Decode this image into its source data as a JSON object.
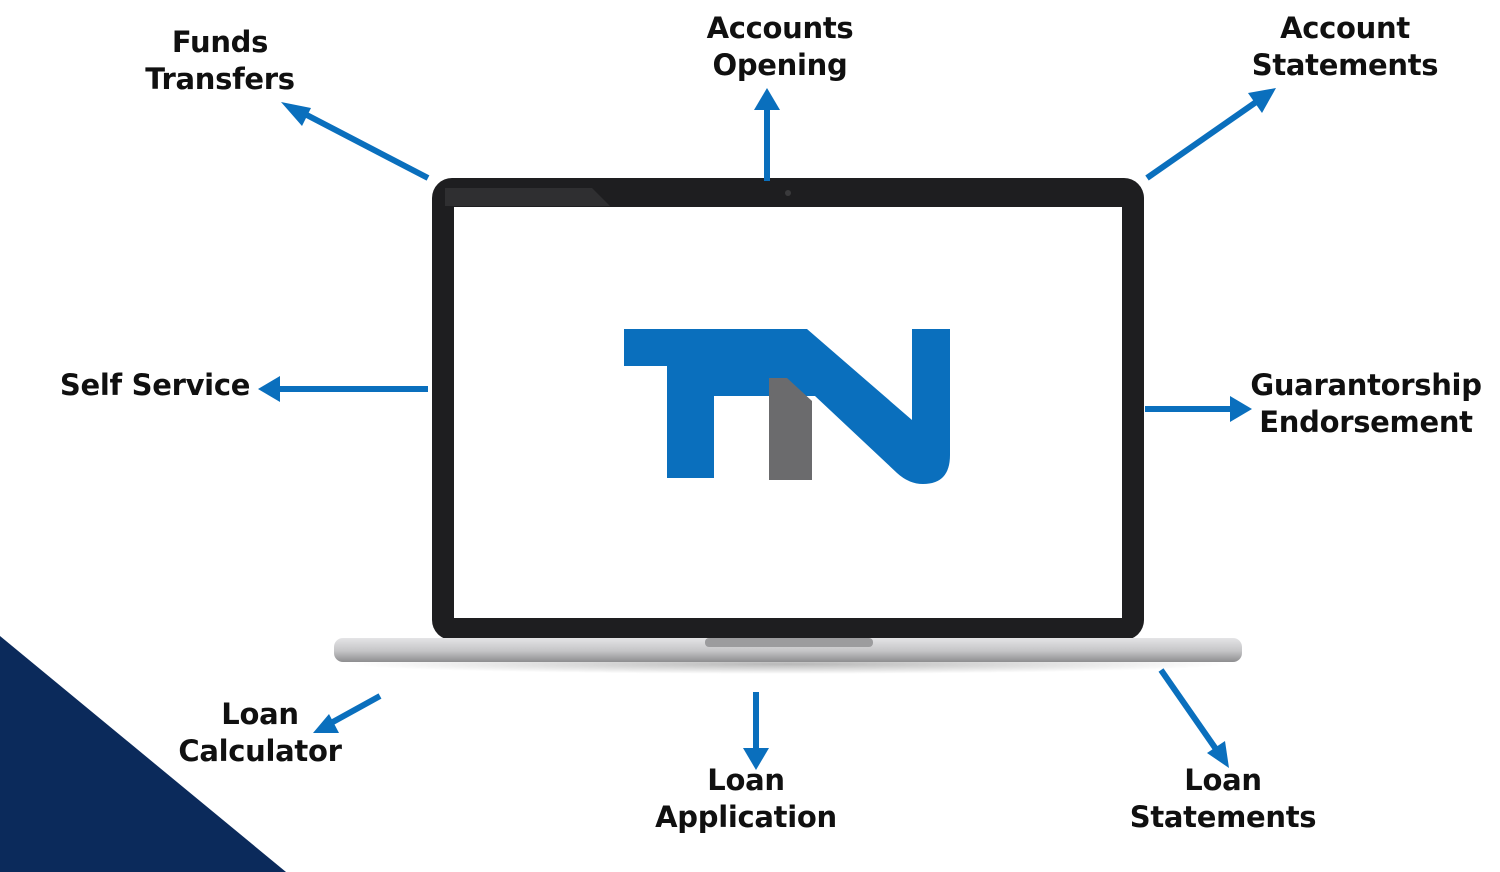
{
  "colors": {
    "arrow": "#0a6fbd",
    "logo_blue": "#0a6fbd",
    "logo_gray": "#6b6b6d",
    "corner_navy": "#0b2a5b",
    "laptop_bezel": "#1e1e20",
    "laptop_base": "#c9c9cb"
  },
  "logo": {
    "text": "TN"
  },
  "features": {
    "funds_transfers": {
      "line1": "Funds",
      "line2": "Transfers"
    },
    "accounts_opening": {
      "line1": "Accounts",
      "line2": "Opening"
    },
    "account_statements": {
      "line1": "Account",
      "line2": "Statements"
    },
    "self_service": {
      "line1": "Self Service"
    },
    "guarantorship_endorsement": {
      "line1": "Guarantorship",
      "line2": "Endorsement"
    },
    "loan_calculator": {
      "line1": "Loan",
      "line2": "Calculator"
    },
    "loan_application": {
      "line1": "Loan",
      "line2": "Application"
    },
    "loan_statements": {
      "line1": "Loan",
      "line2": "Statements"
    }
  }
}
